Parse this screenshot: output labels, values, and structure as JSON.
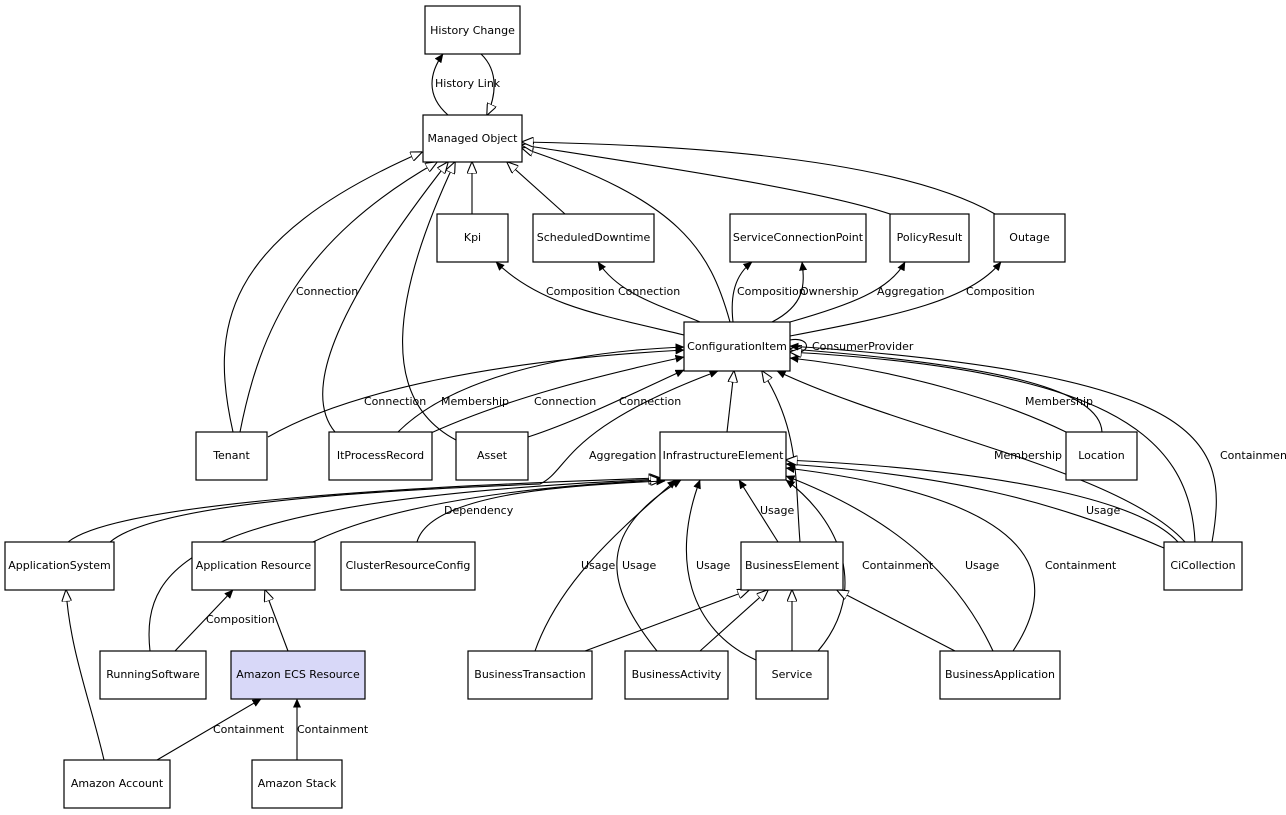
{
  "diagram": {
    "nodes": [
      {
        "id": "history-change",
        "label": "History Change"
      },
      {
        "id": "managed-object",
        "label": "Managed Object"
      },
      {
        "id": "kpi",
        "label": "Kpi"
      },
      {
        "id": "scheduled-downtime",
        "label": "ScheduledDowntime"
      },
      {
        "id": "service-connection-point",
        "label": "ServiceConnectionPoint"
      },
      {
        "id": "policy-result",
        "label": "PolicyResult"
      },
      {
        "id": "outage",
        "label": "Outage"
      },
      {
        "id": "configuration-item",
        "label": "ConfigurationItem"
      },
      {
        "id": "tenant",
        "label": "Tenant"
      },
      {
        "id": "itprocess-record",
        "label": "ItProcessRecord"
      },
      {
        "id": "asset",
        "label": "Asset"
      },
      {
        "id": "infrastructure-element",
        "label": "InfrastructureElement"
      },
      {
        "id": "location",
        "label": "Location"
      },
      {
        "id": "application-system",
        "label": "ApplicationSystem"
      },
      {
        "id": "application-resource",
        "label": "Application Resource"
      },
      {
        "id": "cluster-resource-config",
        "label": "ClusterResourceConfig"
      },
      {
        "id": "business-element",
        "label": "BusinessElement"
      },
      {
        "id": "ci-collection",
        "label": "CiCollection"
      },
      {
        "id": "running-software",
        "label": "RunningSoftware"
      },
      {
        "id": "amazon-ecs-resource",
        "label": "Amazon ECS Resource",
        "highlight": true
      },
      {
        "id": "business-transaction",
        "label": "BusinessTransaction"
      },
      {
        "id": "business-activity",
        "label": "BusinessActivity"
      },
      {
        "id": "service",
        "label": "Service"
      },
      {
        "id": "business-application",
        "label": "BusinessApplication"
      },
      {
        "id": "amazon-account",
        "label": "Amazon Account"
      },
      {
        "id": "amazon-stack",
        "label": "Amazon Stack"
      }
    ],
    "edge_labels": [
      {
        "id": "history-link",
        "text": "History Link"
      },
      {
        "id": "tenant-connection",
        "text": "Connection"
      },
      {
        "id": "ci-kpi-composition",
        "text": "Composition"
      },
      {
        "id": "ci-downtime-connection",
        "text": "Connection"
      },
      {
        "id": "ci-scp-composition",
        "text": "Composition"
      },
      {
        "id": "ci-scp-ownership",
        "text": "Ownership"
      },
      {
        "id": "ci-policy-aggregation",
        "text": "Aggregation"
      },
      {
        "id": "ci-outage-composition",
        "text": "Composition"
      },
      {
        "id": "ci-consumer-provider",
        "text": "ConsumerProvider"
      },
      {
        "id": "tenant-ci-connection",
        "text": "Connection"
      },
      {
        "id": "itprocess-membership",
        "text": "Membership"
      },
      {
        "id": "itprocess-connection",
        "text": "Connection"
      },
      {
        "id": "asset-connection",
        "text": "Connection"
      },
      {
        "id": "location-membership",
        "text": "Membership"
      },
      {
        "id": "appsystem-aggregation",
        "text": "Aggregation"
      },
      {
        "id": "cicollection-membership",
        "text": "Membership"
      },
      {
        "id": "cicollection-containment",
        "text": "Containment"
      },
      {
        "id": "cluster-dependency",
        "text": "Dependency"
      },
      {
        "id": "cicollection-usage",
        "text": "Usage"
      },
      {
        "id": "business-element-usage",
        "text": "Usage"
      },
      {
        "id": "transaction-usage",
        "text": "Usage"
      },
      {
        "id": "activity-usage",
        "text": "Usage"
      },
      {
        "id": "service-usage",
        "text": "Usage"
      },
      {
        "id": "service-containment",
        "text": "Containment"
      },
      {
        "id": "bizapp-usage",
        "text": "Usage"
      },
      {
        "id": "bizapp-containment",
        "text": "Containment"
      },
      {
        "id": "running-composition",
        "text": "Composition"
      },
      {
        "id": "account-containment",
        "text": "Containment"
      },
      {
        "id": "stack-containment",
        "text": "Containment"
      }
    ]
  }
}
